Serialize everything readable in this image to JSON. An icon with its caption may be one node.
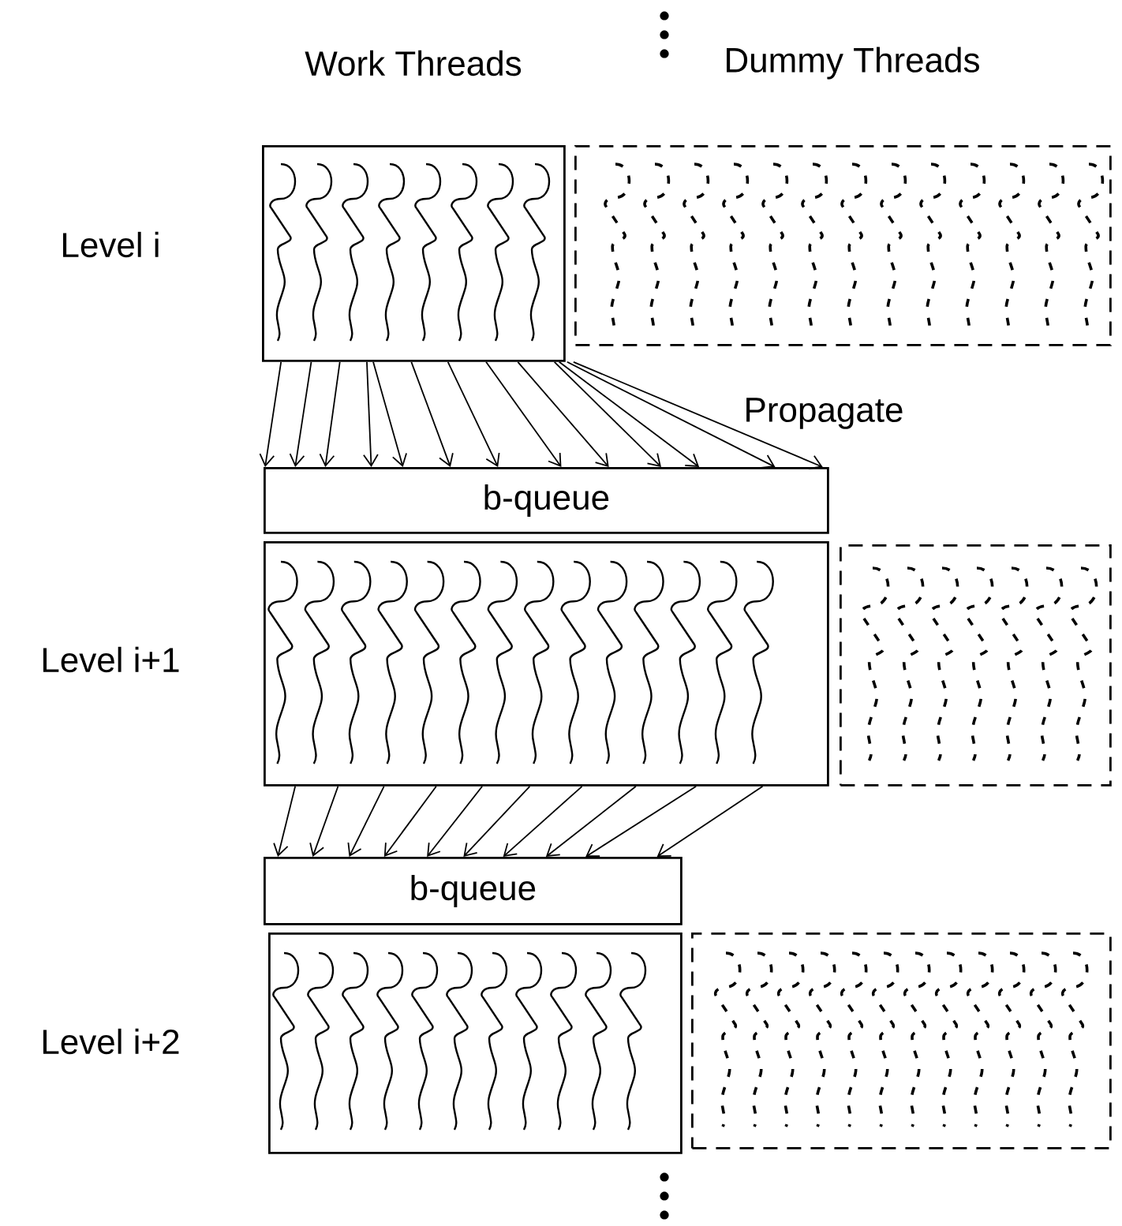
{
  "diagram": {
    "nodes": [
      {
        "text": [],
        "shape": "box"
      },
      {
        "text": [],
        "shape": "box"
      },
      {
        "text": [
          "b-queue"
        ]
      },
      {
        "text": [],
        "shape": "box"
      },
      {
        "text": [],
        "shape": "box"
      },
      {
        "text": [
          "b-queue"
        ]
      },
      {
        "text": [],
        "shape": "box"
      },
      {
        "text": [],
        "shape": "box"
      }
    ],
    "edges": [
      {
        "from": 0,
        "to": 2,
        "arrow": "to"
      },
      {
        "from": 0,
        "to": 2,
        "arrow": "to"
      },
      {
        "from": 0,
        "to": 2,
        "arrow": "to"
      },
      {
        "from": 0,
        "to": 2,
        "arrow": "to"
      },
      {
        "from": 0,
        "to": 2,
        "arrow": "to"
      },
      {
        "from": 0,
        "to": 2,
        "arrow": "to"
      },
      {
        "from": 0,
        "to": 2,
        "arrow": "to"
      },
      {
        "from": 0,
        "to": 2,
        "arrow": "to"
      },
      {
        "from": 0,
        "to": 2,
        "arrow": "to"
      },
      {
        "from": 0,
        "to": 2,
        "arrow": "to"
      },
      {
        "from": 0,
        "to": 2,
        "arrow": "to"
      },
      {
        "from": 0,
        "to": 2,
        "arrow": "to"
      },
      {
        "from": 0,
        "to": 2,
        "arrow": "to"
      },
      {
        "from": 3,
        "to": 5,
        "arrow": "to"
      },
      {
        "from": 3,
        "to": 5,
        "arrow": "to"
      },
      {
        "from": 3,
        "to": 5,
        "arrow": "to"
      },
      {
        "from": 3,
        "to": 5,
        "arrow": "to"
      },
      {
        "from": 3,
        "to": 5,
        "arrow": "to"
      },
      {
        "from": 3,
        "to": 5,
        "arrow": "to"
      },
      {
        "from": 3,
        "to": 5,
        "arrow": "to"
      },
      {
        "from": 3,
        "to": 5,
        "arrow": "to"
      },
      {
        "from": 3,
        "to": 5,
        "arrow": "to"
      },
      {
        "from": 3,
        "to": 5,
        "arrow": "to"
      }
    ],
    "labels": [
      "Work Threads",
      "Dummy Threads",
      "Level i",
      "Propagate",
      "Level i+1",
      "Level i+2"
    ]
  }
}
